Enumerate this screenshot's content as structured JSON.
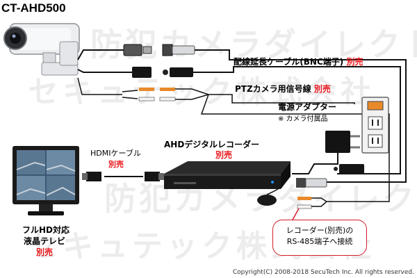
{
  "title": "CT-AHD500",
  "labels": {
    "bnc_cable": "配線延長ケーブル(BNC端子)",
    "bnc_cable_sold": "別売",
    "ptz_line": "PTZカメラ用信号線",
    "ptz_line_sold": "別売",
    "power_adapter": "電源アダプター",
    "power_note": "※ カメラ付属品",
    "recorder": "AHDデジタルレコーダー",
    "recorder_sold": "別売",
    "hdmi": "HDMIケーブル",
    "hdmi_sold": "別売",
    "tv_line1": "フルHD対応",
    "tv_line2": "液晶テレビ",
    "tv_sold": "別売",
    "callout_line1": "レコーダー(別売)の",
    "callout_line2": "RS-485端子へ接続"
  },
  "watermark": {
    "line1": "防犯カメラダイレクト",
    "line2": "セキュテック株式会社"
  },
  "copyright": "Copyright(C) 2008-2018 SecuTech Inc. All rights reserved.",
  "colors": {
    "sold_separately": "#e8161b",
    "callout_border": "#d21e2a",
    "accent_orange": "#e88a2a"
  }
}
